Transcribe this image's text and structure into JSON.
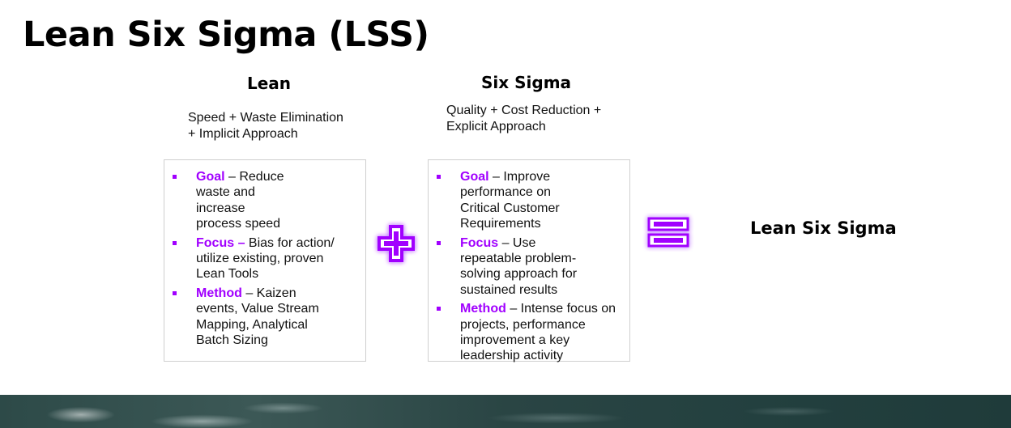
{
  "title": "Lean Six Sigma (LSS)",
  "lean": {
    "heading": "Lean",
    "subtitle_line1": "Speed + Waste Elimination",
    "subtitle_line2": "+ Implicit Approach",
    "items": [
      {
        "keyword": "Goal",
        "text": " – Reduce waste and increase process speed"
      },
      {
        "keyword": "Focus –",
        "text": " Bias for action/ utilize existing,  proven Lean Tools"
      },
      {
        "keyword": "Method",
        "text": " – Kaizen events, Value Stream Mapping, Analytical Batch Sizing"
      }
    ]
  },
  "six_sigma": {
    "heading": "Six Sigma",
    "subtitle_line1": "Quality + Cost Reduction +",
    "subtitle_line2": "Explicit Approach",
    "items": [
      {
        "keyword": "Goal",
        "text": " – Improve performance on Critical Customer Requirements"
      },
      {
        "keyword": "Focus",
        "text": " – Use repeatable problem-solving approach for sustained  results"
      },
      {
        "keyword": "Method",
        "text": " – Intense focus on projects,  performance improvement a key leadership activity"
      }
    ]
  },
  "operators": {
    "plus": "plus-icon",
    "equals": "equals-icon"
  },
  "result": "Lean Six Sigma",
  "colors": {
    "accent": "#a100ff",
    "text": "#000000",
    "box_border": "#cfcfcf"
  }
}
